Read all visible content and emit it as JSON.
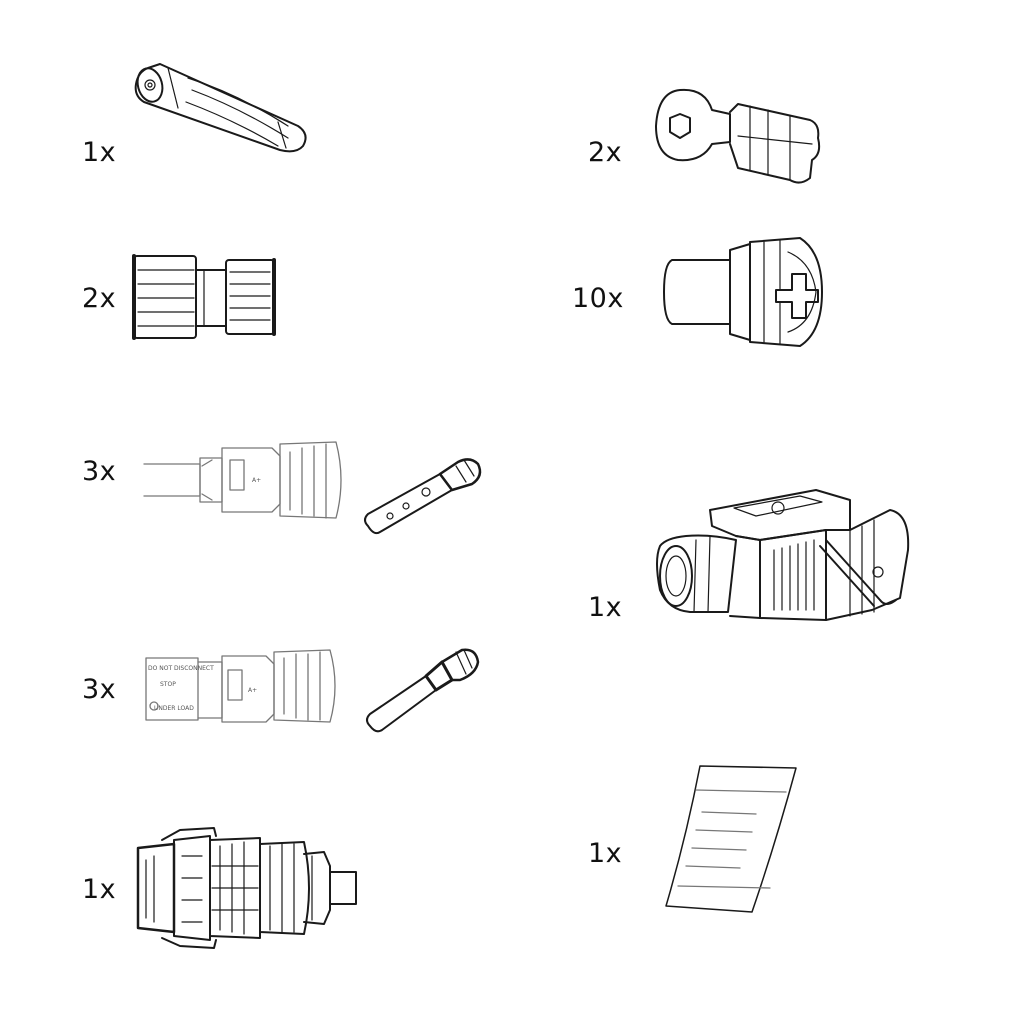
{
  "items": [
    {
      "id": "screwdriver",
      "qty": "1x",
      "icon": "hex-screwdriver-icon"
    },
    {
      "id": "ring-terminal",
      "qty": "2x",
      "icon": "ring-terminal-icon"
    },
    {
      "id": "cable-gland",
      "qty": "2x",
      "icon": "cable-gland-icon"
    },
    {
      "id": "combination-screw",
      "qty": "10x",
      "icon": "combination-screw-icon"
    },
    {
      "id": "pv-connector-set-a",
      "qty": "3x",
      "icon": "pv-connector-icon"
    },
    {
      "id": "ac-connector",
      "qty": "1x",
      "icon": "ac-connector-icon"
    },
    {
      "id": "pv-connector-set-b",
      "qty": "3x",
      "icon": "pv-connector-icon"
    },
    {
      "id": "communication-connector",
      "qty": "1x",
      "icon": "communication-connector-icon"
    },
    {
      "id": "document",
      "qty": "1x",
      "icon": "document-sheet-icon"
    }
  ],
  "connector_label": {
    "line1": "DO NOT DISCONNECT",
    "line2": "STOP",
    "line3": "UNDER LOAD"
  }
}
